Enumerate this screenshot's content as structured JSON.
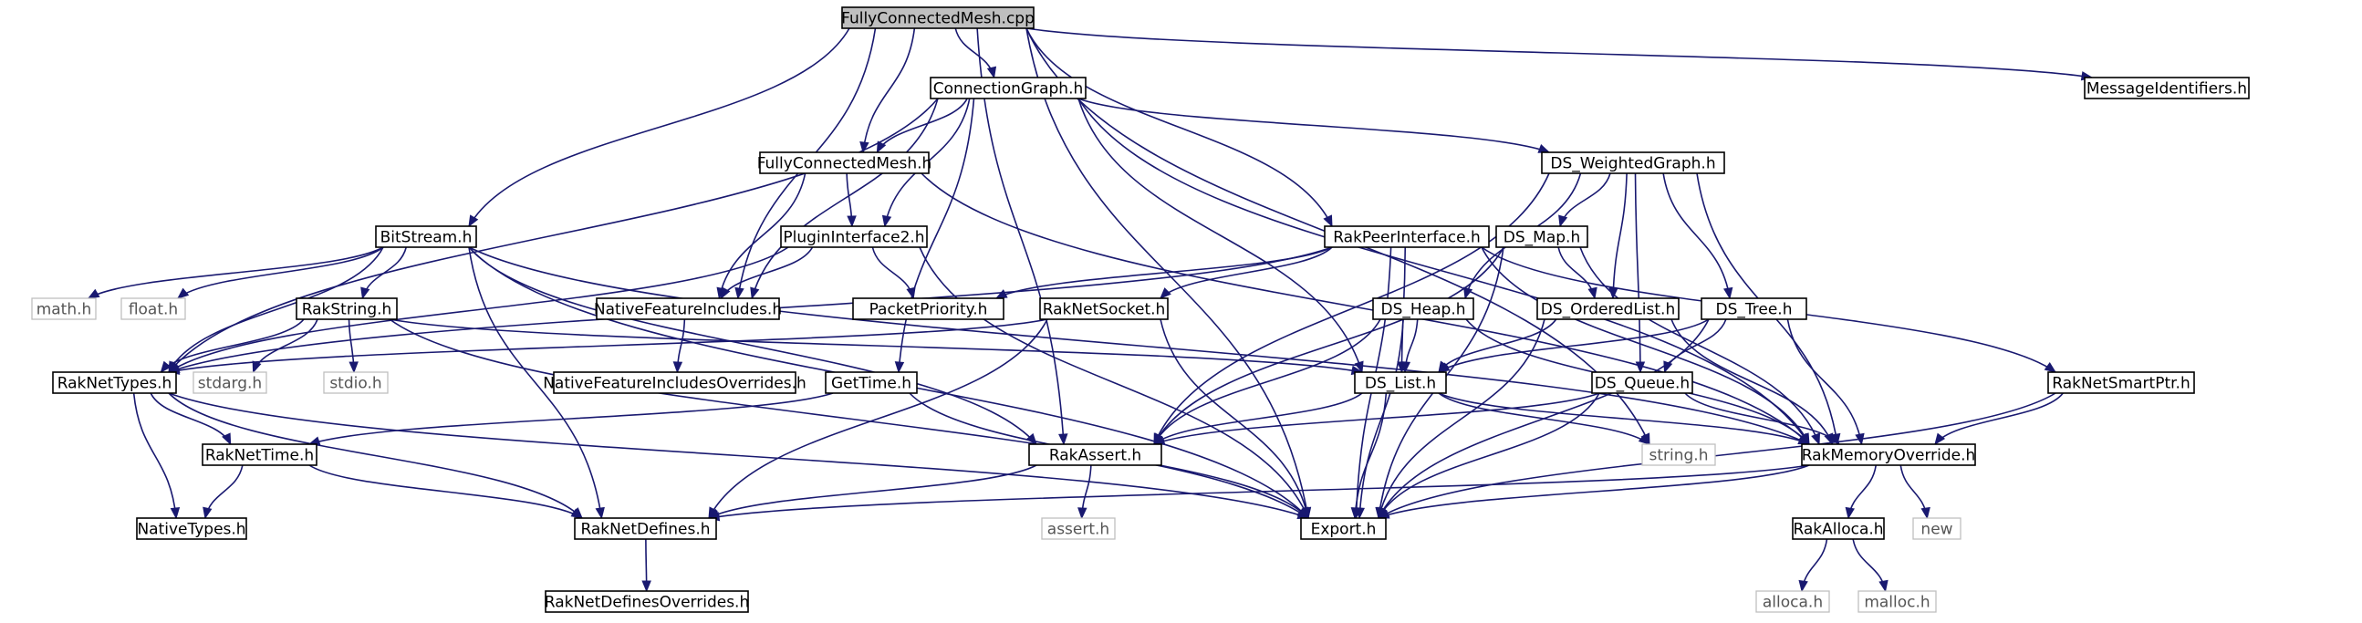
{
  "root": "FullyConnectedMesh.cpp",
  "nodes": [
    {
      "id": "root",
      "label": "FullyConnectedMesh.cpp",
      "kind": "root"
    },
    {
      "id": "cg",
      "label": "ConnectionGraph.h",
      "kind": "file"
    },
    {
      "id": "mi",
      "label": "MessageIdentifiers.h",
      "kind": "file"
    },
    {
      "id": "fcm",
      "label": "FullyConnectedMesh.h",
      "kind": "file"
    },
    {
      "id": "dswg",
      "label": "DS_WeightedGraph.h",
      "kind": "file"
    },
    {
      "id": "bs",
      "label": "BitStream.h",
      "kind": "file"
    },
    {
      "id": "pi2",
      "label": "PluginInterface2.h",
      "kind": "file"
    },
    {
      "id": "rpi",
      "label": "RakPeerInterface.h",
      "kind": "file"
    },
    {
      "id": "dsmap",
      "label": "DS_Map.h",
      "kind": "file"
    },
    {
      "id": "mathh",
      "label": "math.h",
      "kind": "sys"
    },
    {
      "id": "floath",
      "label": "float.h",
      "kind": "sys"
    },
    {
      "id": "rakstr",
      "label": "RakString.h",
      "kind": "file"
    },
    {
      "id": "nfi",
      "label": "NativeFeatureIncludes.h",
      "kind": "file"
    },
    {
      "id": "pp",
      "label": "PacketPriority.h",
      "kind": "file"
    },
    {
      "id": "rns",
      "label": "RakNetSocket.h",
      "kind": "file"
    },
    {
      "id": "dsheap",
      "label": "DS_Heap.h",
      "kind": "file"
    },
    {
      "id": "dsol",
      "label": "DS_OrderedList.h",
      "kind": "file"
    },
    {
      "id": "dstree",
      "label": "DS_Tree.h",
      "kind": "file"
    },
    {
      "id": "rnt",
      "label": "RakNetTypes.h",
      "kind": "file"
    },
    {
      "id": "stdarg",
      "label": "stdarg.h",
      "kind": "sys"
    },
    {
      "id": "stdio",
      "label": "stdio.h",
      "kind": "sys"
    },
    {
      "id": "nfio",
      "label": "NativeFeatureIncludesOverrides.h",
      "kind": "file"
    },
    {
      "id": "gettime",
      "label": "GetTime.h",
      "kind": "file"
    },
    {
      "id": "dslist",
      "label": "DS_List.h",
      "kind": "file"
    },
    {
      "id": "dsq",
      "label": "DS_Queue.h",
      "kind": "file"
    },
    {
      "id": "rnsp",
      "label": "RakNetSmartPtr.h",
      "kind": "file"
    },
    {
      "id": "rntime",
      "label": "RakNetTime.h",
      "kind": "file"
    },
    {
      "id": "ra",
      "label": "RakAssert.h",
      "kind": "file"
    },
    {
      "id": "strh",
      "label": "string.h",
      "kind": "sys"
    },
    {
      "id": "rmo",
      "label": "RakMemoryOverride.h",
      "kind": "file"
    },
    {
      "id": "nt",
      "label": "NativeTypes.h",
      "kind": "file"
    },
    {
      "id": "rnd",
      "label": "RakNetDefines.h",
      "kind": "file"
    },
    {
      "id": "export",
      "label": "Export.h",
      "kind": "file"
    },
    {
      "id": "asserth",
      "label": "assert.h",
      "kind": "sys"
    },
    {
      "id": "ralloca",
      "label": "RakAlloca.h",
      "kind": "file"
    },
    {
      "id": "newh",
      "label": "new",
      "kind": "sys"
    },
    {
      "id": "rndo",
      "label": "RakNetDefinesOverrides.h",
      "kind": "file"
    },
    {
      "id": "allocah",
      "label": "alloca.h",
      "kind": "sys"
    },
    {
      "id": "malloch",
      "label": "malloc.h",
      "kind": "sys"
    }
  ],
  "edges": [
    [
      "root",
      "cg"
    ],
    [
      "root",
      "mi"
    ],
    [
      "root",
      "fcm"
    ],
    [
      "root",
      "bs"
    ],
    [
      "root",
      "rpi"
    ],
    [
      "root",
      "nfi"
    ],
    [
      "root",
      "ra"
    ],
    [
      "root",
      "strh"
    ],
    [
      "root",
      "export"
    ],
    [
      "cg",
      "fcm"
    ],
    [
      "cg",
      "dswg"
    ],
    [
      "cg",
      "pi2"
    ],
    [
      "cg",
      "nfi"
    ],
    [
      "cg",
      "rnt"
    ],
    [
      "cg",
      "gettime"
    ],
    [
      "cg",
      "dslist"
    ],
    [
      "cg",
      "rmo"
    ],
    [
      "fcm",
      "pi2"
    ],
    [
      "fcm",
      "nfi"
    ],
    [
      "fcm",
      "rmo"
    ],
    [
      "dswg",
      "dsmap"
    ],
    [
      "dswg",
      "dsheap"
    ],
    [
      "dswg",
      "dsol"
    ],
    [
      "dswg",
      "dstree"
    ],
    [
      "dswg",
      "dsq"
    ],
    [
      "dswg",
      "ra"
    ],
    [
      "dswg",
      "rmo"
    ],
    [
      "bs",
      "mathh"
    ],
    [
      "bs",
      "floath"
    ],
    [
      "bs",
      "rakstr"
    ],
    [
      "bs",
      "rnt"
    ],
    [
      "bs",
      "ra"
    ],
    [
      "bs",
      "rnd"
    ],
    [
      "bs",
      "export"
    ],
    [
      "bs",
      "rmo"
    ],
    [
      "pi2",
      "pp"
    ],
    [
      "pi2",
      "nfi"
    ],
    [
      "pi2",
      "rnt"
    ],
    [
      "pi2",
      "export"
    ],
    [
      "rpi",
      "pp"
    ],
    [
      "rpi",
      "rns"
    ],
    [
      "rpi",
      "rnt"
    ],
    [
      "rpi",
      "dslist"
    ],
    [
      "rpi",
      "rnsp"
    ],
    [
      "rpi",
      "rmo"
    ],
    [
      "rpi",
      "export"
    ],
    [
      "dsmap",
      "dsol"
    ],
    [
      "dsmap",
      "ra"
    ],
    [
      "dsmap",
      "export"
    ],
    [
      "dsmap",
      "rmo"
    ],
    [
      "rakstr",
      "rnt"
    ],
    [
      "rakstr",
      "stdarg"
    ],
    [
      "rakstr",
      "stdio"
    ],
    [
      "rakstr",
      "dslist"
    ],
    [
      "rakstr",
      "export"
    ],
    [
      "nfi",
      "nfio"
    ],
    [
      "rns",
      "rnt"
    ],
    [
      "rns",
      "rnd"
    ],
    [
      "rns",
      "export"
    ],
    [
      "dsheap",
      "dslist"
    ],
    [
      "dsheap",
      "ra"
    ],
    [
      "dsheap",
      "export"
    ],
    [
      "dsheap",
      "rmo"
    ],
    [
      "dsol",
      "dslist"
    ],
    [
      "dsol",
      "export"
    ],
    [
      "dsol",
      "rmo"
    ],
    [
      "dstree",
      "dsq"
    ],
    [
      "dstree",
      "dslist"
    ],
    [
      "dstree",
      "export"
    ],
    [
      "dstree",
      "rmo"
    ],
    [
      "rnt",
      "rntime"
    ],
    [
      "rnt",
      "nt"
    ],
    [
      "rnt",
      "rnd"
    ],
    [
      "rnt",
      "export"
    ],
    [
      "gettime",
      "rntime"
    ],
    [
      "gettime",
      "export"
    ],
    [
      "dslist",
      "ra"
    ],
    [
      "dslist",
      "strh"
    ],
    [
      "dslist",
      "rmo"
    ],
    [
      "dslist",
      "export"
    ],
    [
      "dsq",
      "ra"
    ],
    [
      "dsq",
      "rmo"
    ],
    [
      "dsq",
      "export"
    ],
    [
      "rnsp",
      "rmo"
    ],
    [
      "rnsp",
      "export"
    ],
    [
      "rntime",
      "nt"
    ],
    [
      "rntime",
      "rnd"
    ],
    [
      "ra",
      "asserth"
    ],
    [
      "ra",
      "rnd"
    ],
    [
      "rmo",
      "ralloca"
    ],
    [
      "rmo",
      "newh"
    ],
    [
      "rmo",
      "rnd"
    ],
    [
      "rmo",
      "export"
    ],
    [
      "rnd",
      "rndo"
    ],
    [
      "ralloca",
      "allocah"
    ],
    [
      "ralloca",
      "malloch"
    ]
  ]
}
